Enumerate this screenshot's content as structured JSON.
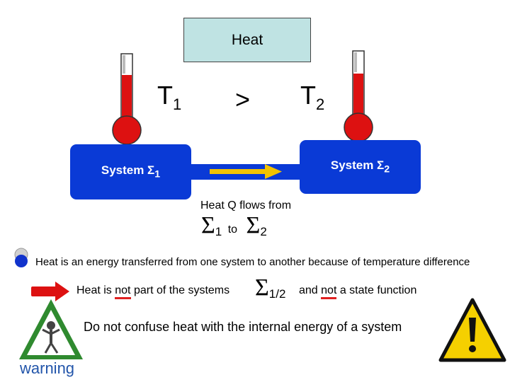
{
  "title": "Heat",
  "relation": {
    "left_symbol": "T",
    "left_sub": "1",
    "operator": ">",
    "right_symbol": "T",
    "right_sub": "2"
  },
  "system1": {
    "label": "System Σ",
    "sub": "1"
  },
  "system2": {
    "label": "System Σ",
    "sub": "2"
  },
  "flow": {
    "text": "Heat Q flows from",
    "from_symbol": "Σ",
    "from_sub": "1",
    "to_word": "to",
    "to_symbol": "Σ",
    "to_sub": "2"
  },
  "definition": "Heat is an energy transferred from one system to another because of temperature difference",
  "not_part": {
    "text_before": "Heat is ",
    "not1": "not",
    "text_after": " part of the systems",
    "symbol": "Σ",
    "sub": "1/2",
    "text2_before": "and ",
    "not2": "not",
    "text2_after": " a state function"
  },
  "caution": "Do not confuse heat with the internal energy of a system",
  "warning_label": "warning",
  "colors": {
    "system_blue": "#0a3ad6",
    "thermometer_red": "#dd1111",
    "arrow_yellow": "#f2c200",
    "underline_red": "#e02020",
    "title_box": "#bfe3e3"
  },
  "icons": [
    "thermometer-icon",
    "thermometer-icon",
    "flow-arrow-icon",
    "bullet-icon",
    "red-arrow-icon",
    "warning-figure-icon",
    "exclamation-warning-icon"
  ]
}
